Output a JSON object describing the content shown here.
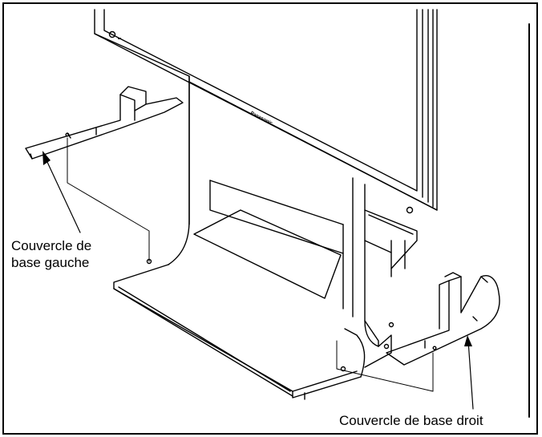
{
  "labels": {
    "left_cover_line1": "Couvercle de",
    "left_cover_line2": "base gauche",
    "right_cover": "Couvercle de base droit"
  },
  "brand_logo_text": "Panasonic",
  "colors": {
    "line": "#000000",
    "background": "#ffffff"
  }
}
